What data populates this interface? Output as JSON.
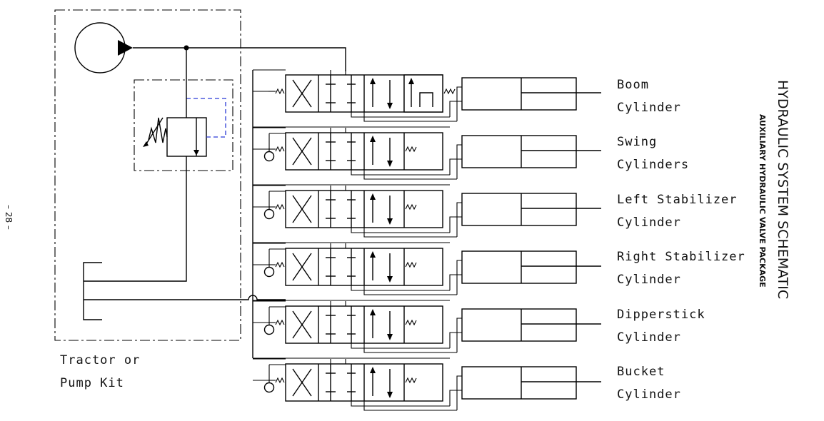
{
  "title": "HYDRAULIC SYSTEM SCHEMATIC",
  "subtitle": "AUXILIARY HYDRAULIC VALVE PACKAGE",
  "page_number": "– 28 –",
  "source": {
    "label_line1": "Tractor or",
    "label_line2": "Pump Kit"
  },
  "sections": [
    {
      "line1": "Boom",
      "line2": "Cylinder"
    },
    {
      "line1": "Swing",
      "line2": "Cylinders"
    },
    {
      "line1": "Left Stabilizer",
      "line2": "Cylinder"
    },
    {
      "line1": "Right Stabilizer",
      "line2": "Cylinder"
    },
    {
      "line1": "Dipperstick",
      "line2": "Cylinder"
    },
    {
      "line1": "Bucket",
      "line2": "Cylinder"
    }
  ],
  "colors": {
    "line": "#000000",
    "pilot_line": "#2b3bd6"
  }
}
